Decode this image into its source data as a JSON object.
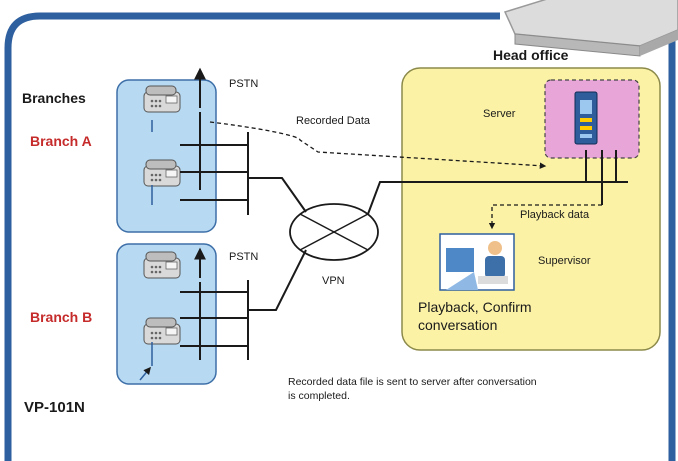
{
  "colors": {
    "frame_blue": "#2e5f9e",
    "branch_fill": "#b8d9f2",
    "branch_stroke": "#3d6fa8",
    "head_fill": "#fbf2a6",
    "head_stroke": "#8c8a4a",
    "server_fill": "#e8a6d8",
    "branch_label_red": "#c62b2b",
    "line_black": "#1a1a1a"
  },
  "labels": {
    "head_office": "Head office",
    "branches": "Branches",
    "branch_a": "Branch A",
    "branch_b": "Branch B",
    "pstn_a": "PSTN",
    "pstn_b": "PSTN",
    "recorded_data": "Recorded Data",
    "server": "Server",
    "playback_data": "Playback data",
    "supervisor": "Supervisor",
    "playback_line1": "Playback, Confirm",
    "playback_line2": "conversation",
    "vpn": "VPN",
    "device_model": "VP-101N",
    "note_line1": "Recorded data file is sent to server after conversation",
    "note_line2": "is completed."
  },
  "icons": {
    "telephone": "telephone-icon",
    "server": "server-icon",
    "supervisor": "supervisor-at-computer-icon",
    "recorder_device": "recorder-device-icon",
    "vpn_cloud": "vpn-cloud-icon"
  }
}
